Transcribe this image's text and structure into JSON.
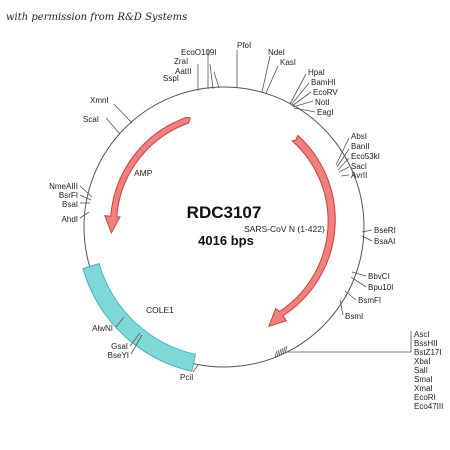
{
  "credit": "with permission from R&D Systems",
  "plasmid": {
    "name": "RDC3107",
    "size": "4016 bps"
  },
  "features": {
    "amp": "AMP",
    "insert": "SARS-CoV N (1-422)",
    "ori": "COLE1"
  },
  "sites": {
    "ssp": "SspI",
    "zra": "ZraI",
    "aat": "AatII",
    "eco109": "EcoO109I",
    "pfo": "PfoI",
    "nde": "NdeI",
    "kas": "KasI",
    "hpa": "HpaI",
    "bamh": "BamHI",
    "ecorv": "EcoRV",
    "not": "NotI",
    "eag": "EagI",
    "xmn": "XmnI",
    "sca": "ScaI",
    "abs": "AbsI",
    "ban": "BanII",
    "eco53": "Eco53kI",
    "sac": "SacI",
    "avr": "AvrII",
    "nme": "NmeAIII",
    "bsrf": "BsrFI",
    "bsa": "BsaI",
    "ahd": "AhdI",
    "bser": "BseRI",
    "bsaa": "BsaAI",
    "bbvc": "BbvCI",
    "bpu": "Bpu10I",
    "bsmf": "BsmFI",
    "bsm": "BsmI",
    "alwn": "AlwNI",
    "gsa": "GsaI",
    "bsey": "BseYI",
    "pci": "PciI",
    "mcs": [
      "AscI",
      "BssHII",
      "BstZ17I",
      "XbaI",
      "SalI",
      "SmaI",
      "XmaI",
      "EcoRI",
      "Eco47III"
    ]
  },
  "colors": {
    "arrow_fill": "#f08080",
    "arrow_stroke": "#d23c3c",
    "ori_fill": "#7fd8d8",
    "ori_stroke": "#48b4b4",
    "backbone": "#555555"
  }
}
